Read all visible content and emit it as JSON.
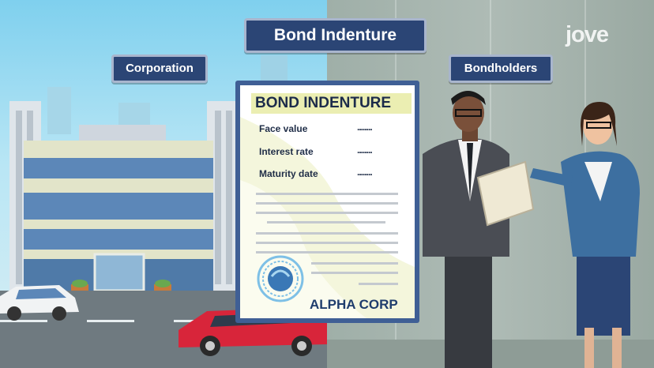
{
  "header": {
    "title": "Bond Indenture",
    "logo": "jove"
  },
  "left": {
    "label": "Corporation"
  },
  "right": {
    "label": "Bondholders"
  },
  "document": {
    "title": "BOND INDENTURE",
    "fields": [
      {
        "label": "Face value",
        "value": "........"
      },
      {
        "label": "Interest rate",
        "value": "........"
      },
      {
        "label": "Maturity date",
        "value": "........"
      }
    ],
    "issuer": "ALPHA CORP",
    "seal_icon": "seal-icon"
  },
  "colors": {
    "label_bg": "#2b4575",
    "label_border": "#a8b5cd",
    "doc_frame": "#3f5f95",
    "title_highlight": "#ebeeb2"
  }
}
